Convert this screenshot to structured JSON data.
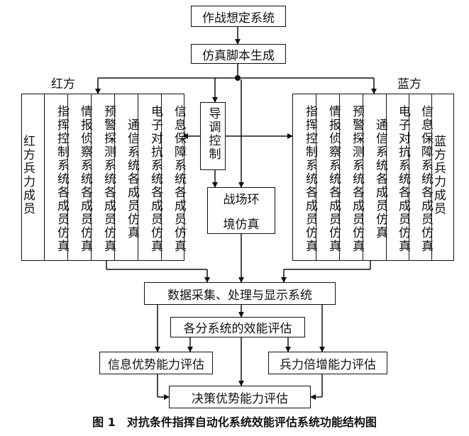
{
  "nodes": {
    "top": "作战想定系统",
    "script": "仿真脚本生成",
    "guide": "导调控制",
    "battle_line1": "战场环",
    "battle_line2": "境仿真",
    "data_sys": "数据采集、处理与显示系统",
    "subsys": "各分系统的效能评估",
    "info_eval": "信息优势能力评估",
    "force_eval": "兵力倍增能力评估",
    "decision": "决策优势能力评估"
  },
  "red": {
    "label": "红方",
    "columns": [
      "红方兵力成员",
      "指挥控制系统各成员仿真",
      "情报侦察系统各成员仿真",
      "预警探测系统各成员仿真",
      "通信系统各成员仿真",
      "电子对抗系统各成员仿真",
      "信息保障系统各成员仿真"
    ]
  },
  "blue": {
    "label": "蓝方",
    "columns": [
      "指挥控制系统各成员仿真",
      "情报侦察系统各成员仿真",
      "预警探测系统各成员仿真",
      "通信系统各成员仿真",
      "电子对抗系统各成员仿真",
      "信息保障系统各成员仿真",
      "蓝方兵力成员"
    ]
  },
  "caption": "图 1　对抗条件指挥自动化系统效能评估系统功能结构图"
}
